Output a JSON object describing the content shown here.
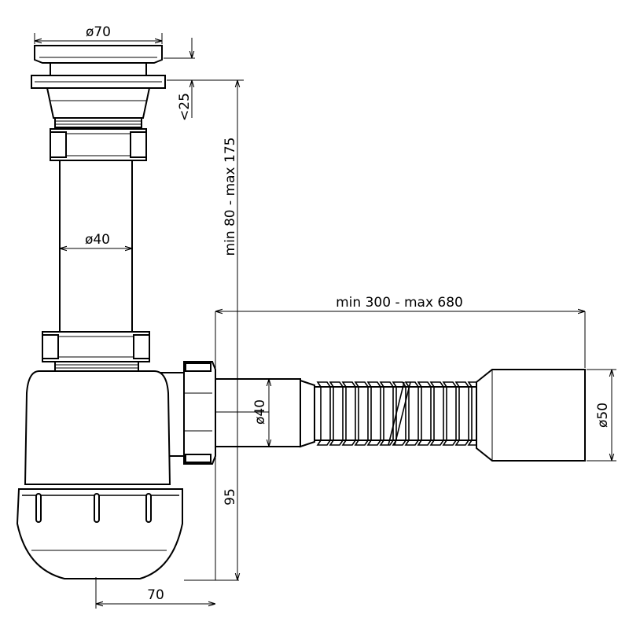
{
  "dimensions": {
    "strainer_diameter": "ø70",
    "strainer_height": "<25",
    "vertical_adjust": "min 80 - max 175",
    "pipe_diameter": "ø40",
    "flex_length": "min 300 - max 680",
    "outlet_inlet_diameter": "ø40",
    "outlet_diameter": "ø50",
    "outlet_height": "95",
    "bottle_offset": "70"
  },
  "colors": {
    "line": "#000000",
    "background": "#ffffff"
  }
}
